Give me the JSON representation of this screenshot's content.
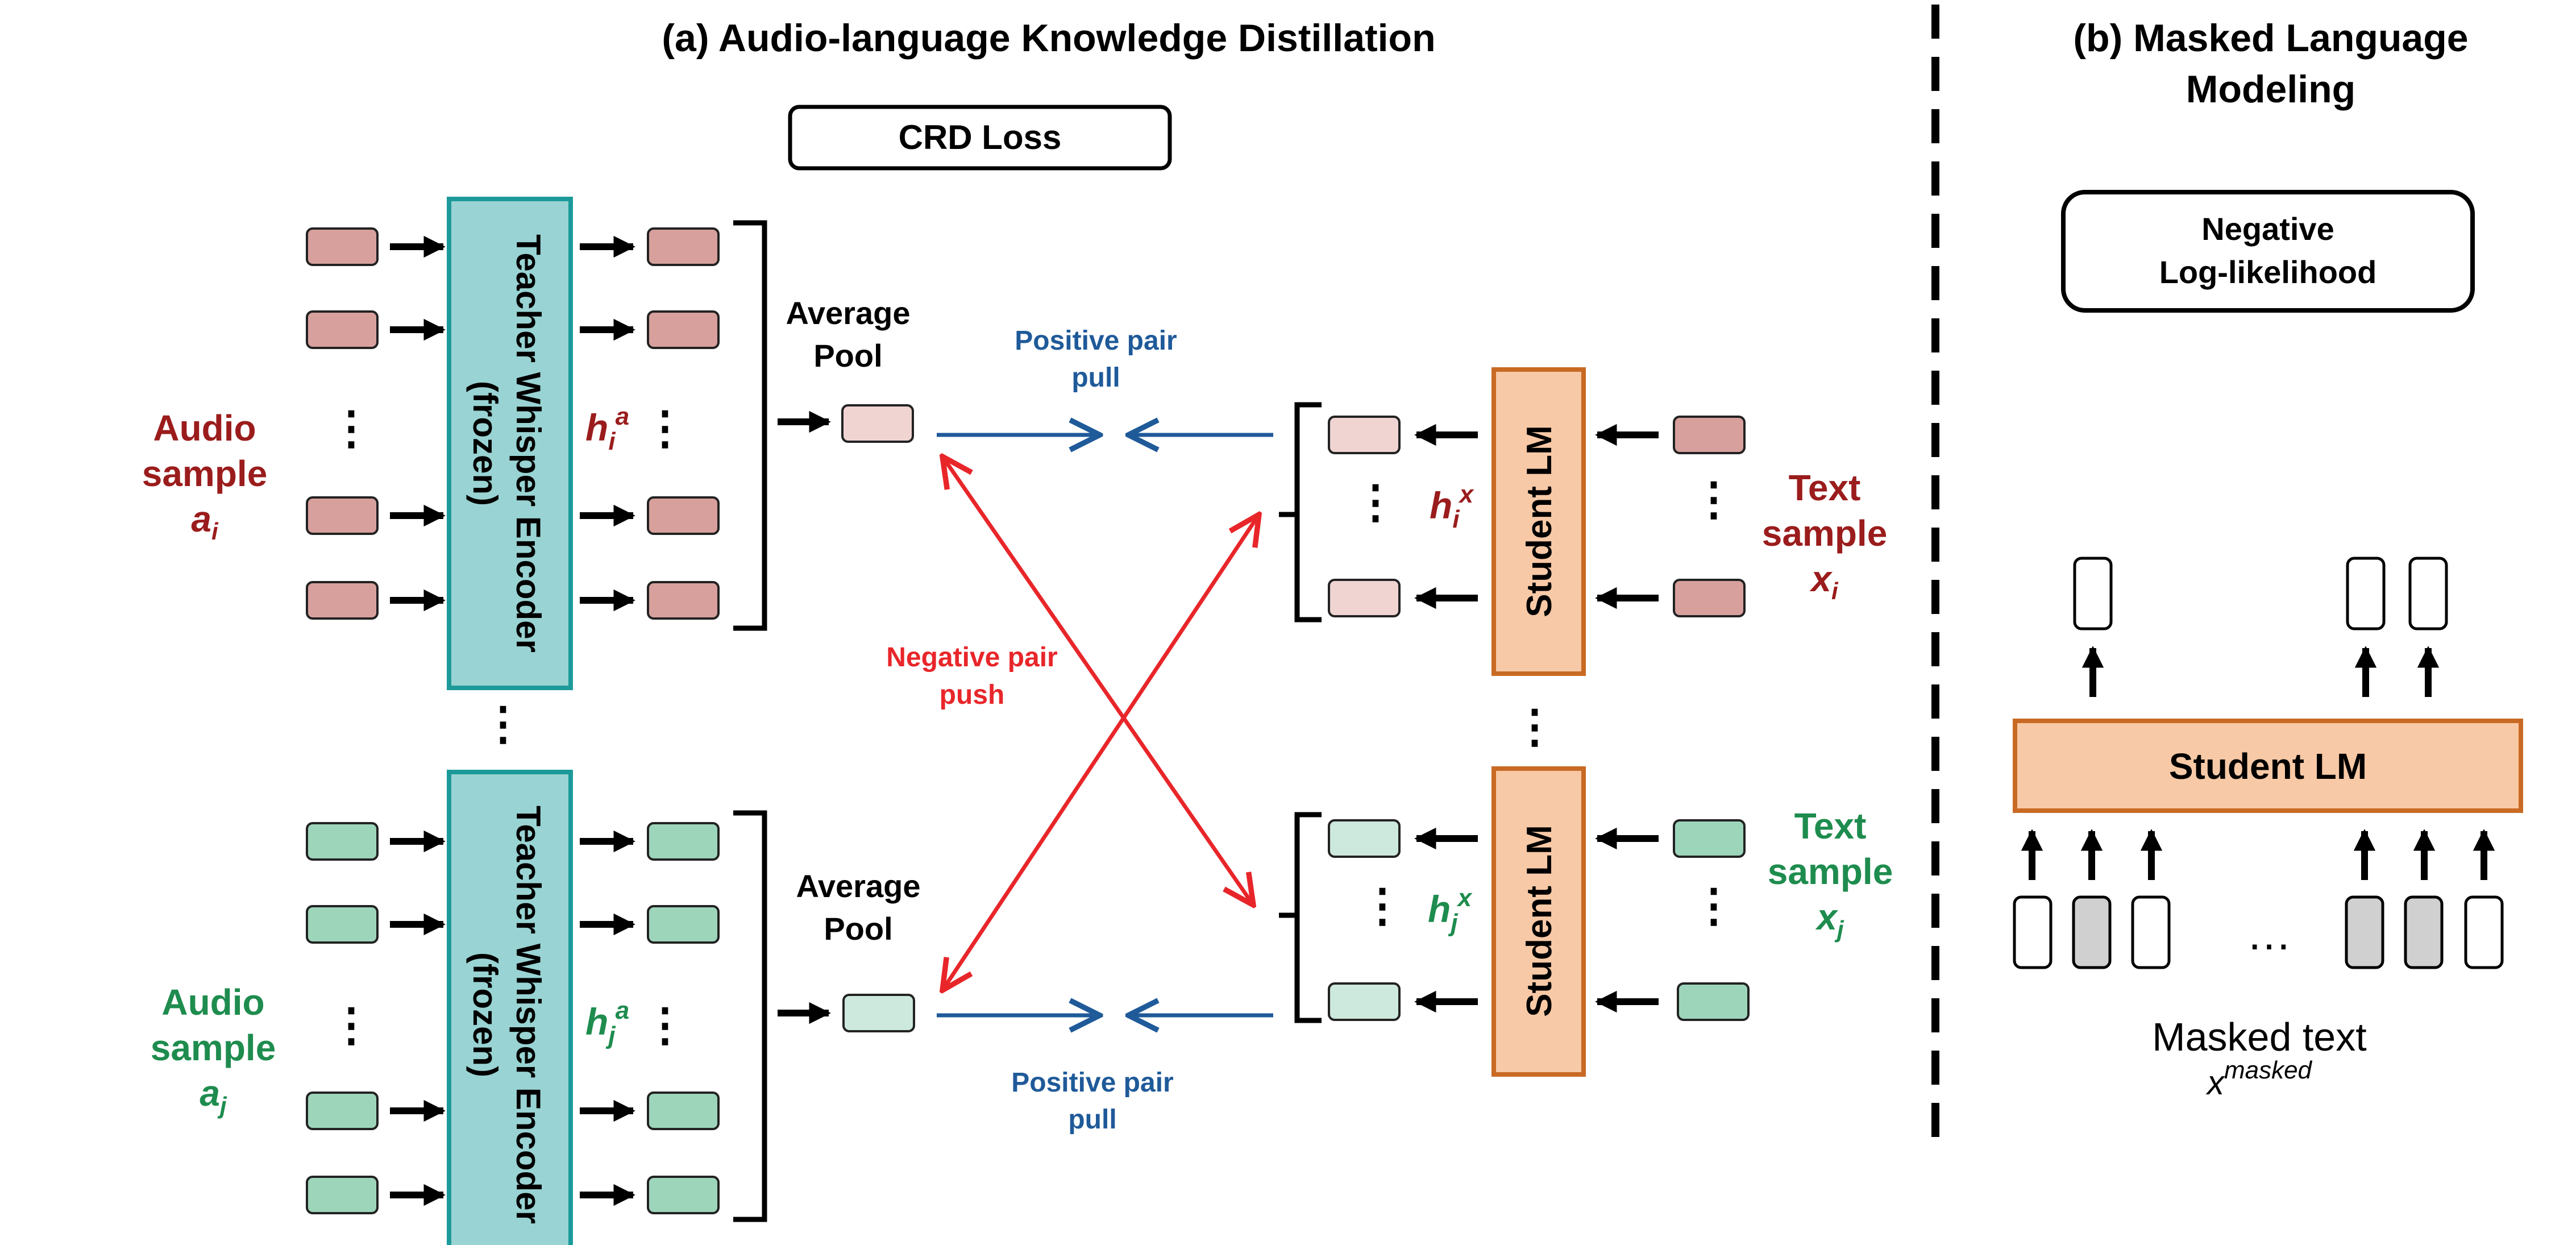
{
  "panel_a": {
    "title": "(a) Audio-language Knowledge Distillation",
    "crd_loss": "CRD Loss",
    "teacher_label_line1": "Teacher Whisper Encoder",
    "teacher_label_line2": "(frozen)",
    "average_pool_line1": "Average",
    "average_pool_line2": "Pool",
    "positive_pair_line1": "Positive pair",
    "positive_pair_line2": "pull",
    "negative_pair_line1": "Negative pair",
    "negative_pair_line2": "push",
    "student_lm": "Student LM",
    "audio_i": {
      "line1": "Audio",
      "line2": "sample",
      "var": "a",
      "sub": "i"
    },
    "audio_j": {
      "line1": "Audio",
      "line2": "sample",
      "var": "a",
      "sub": "j"
    },
    "text_i": {
      "line1": "Text",
      "line2": "sample",
      "var": "x",
      "sub": "i"
    },
    "text_j": {
      "line1": "Text",
      "line2": "sample",
      "var": "x",
      "sub": "j"
    },
    "h_audio_i": {
      "var": "h",
      "sub": "i",
      "sup": "a"
    },
    "h_audio_j": {
      "var": "h",
      "sub": "j",
      "sup": "a"
    },
    "h_text_i": {
      "var": "h",
      "sub": "i",
      "sup": "x"
    },
    "h_text_j": {
      "var": "h",
      "sub": "j",
      "sup": "x"
    },
    "ellipsis": "⋮"
  },
  "panel_b": {
    "title_line1": "(b) Masked Language",
    "title_line2": "Modeling",
    "nll_line1": "Negative",
    "nll_line2": "Log-likelihood",
    "student_lm": "Student LM",
    "dots": "…",
    "masked_text": "Masked text",
    "masked_var": "x",
    "masked_sup": "masked"
  },
  "colors": {
    "dark_red": "#9b1c1c",
    "green": "#1e8c4e",
    "blue": "#1f5a99",
    "red": "#e8262a",
    "teal_fill": "#99d3d3",
    "teal_border": "#1c9a9a",
    "orange_fill": "#f8c9a6",
    "orange_border": "#c96a24",
    "pink_token": "#d7a09c",
    "light_pink_token": "#efd4d2",
    "green_token": "#9dd5bb",
    "light_green_token": "#cde8dc",
    "gray_token": "#d0d0d0"
  }
}
